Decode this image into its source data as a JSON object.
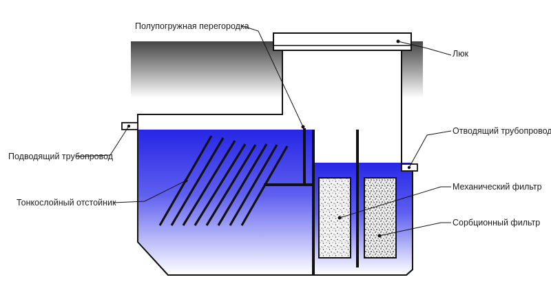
{
  "labels": {
    "partition": "Полупогружная перегородка",
    "hatch": "Люк",
    "inlet": "Подводящий трубопровод",
    "outlet": "Отводящий трубопровод",
    "settler": "Тонкослойный отстойник",
    "mech_filter": "Механический фильтр",
    "sorb_filter": "Сорбционный фильтр"
  },
  "colors": {
    "water_top": "#2a2ae8",
    "water_bottom": "#ffffff",
    "ground_top": "#4a4a4a",
    "ground_bottom": "#ffffff",
    "outline": "#111111",
    "filter_fill": "#f2f2f2"
  }
}
